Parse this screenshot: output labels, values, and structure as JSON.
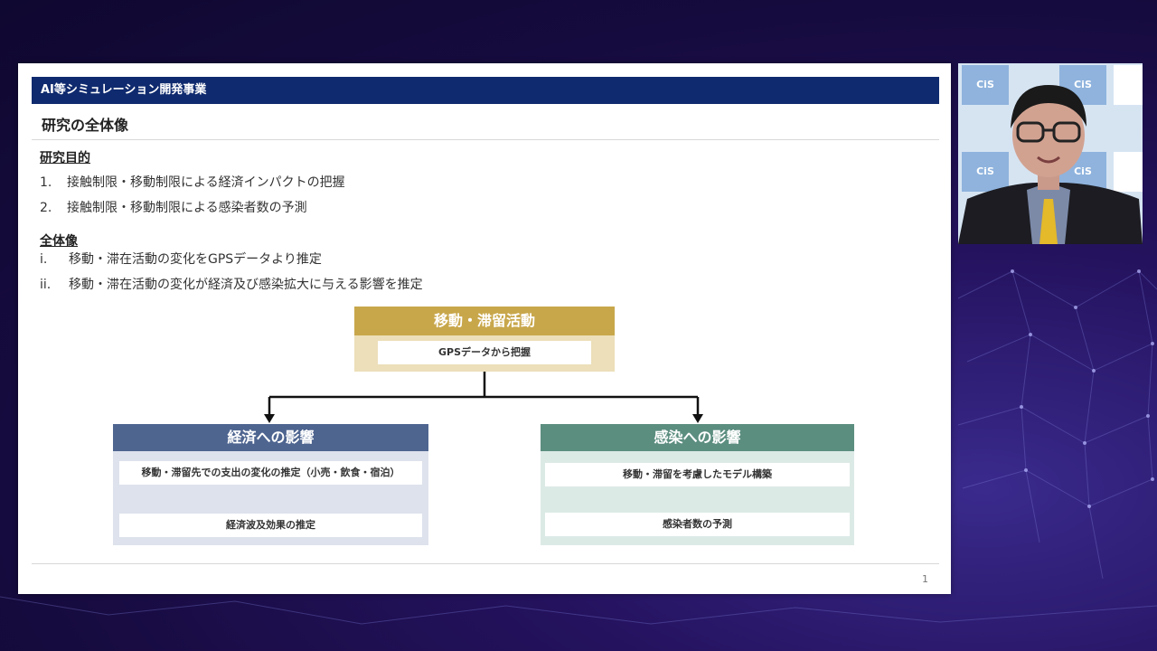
{
  "slide": {
    "banner": "AI等シミュレーション開発事業",
    "title": "研究の全体像",
    "purpose": {
      "heading": "研究目的",
      "items": [
        {
          "num": "1.",
          "text": "接触制限・移動制限による経済インパクトの把握"
        },
        {
          "num": "2.",
          "text": "接触制限・移動制限による感染者数の予測"
        }
      ]
    },
    "overview": {
      "heading": "全体像",
      "items": [
        {
          "num": "i.",
          "text": "移動・滞在活動の変化をGPSデータより推定"
        },
        {
          "num": "ii.",
          "text": "移動・滞在活動の変化が経済及び感染拡大に与える影響を推定"
        }
      ]
    },
    "diagram": {
      "top": {
        "title": "移動・滞留活動",
        "detail": "GPSデータから把握"
      },
      "left": {
        "title": "経済への影響",
        "step1": "移動・滞留先での支出の変化の推定（小売・飲食・宿泊）",
        "step2": "経済波及効果の推定"
      },
      "right": {
        "title": "感染への影響",
        "step1": "移動・滞留を考慮したモデル構築",
        "step2": "感染者数の予測"
      }
    },
    "page_number": "1"
  },
  "video": {
    "logo_text": "CiS"
  },
  "colors": {
    "banner": "#0f2a6e",
    "top_box": "#c8a74b",
    "left_box": "#4e6590",
    "right_box": "#5c8e80",
    "background": "#1b0f4a"
  }
}
